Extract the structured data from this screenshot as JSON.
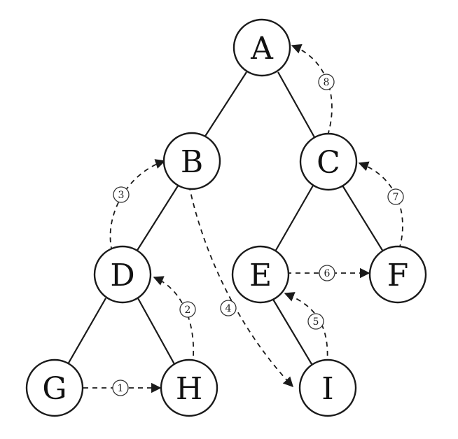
{
  "nodes": {
    "A": "A",
    "B": "B",
    "C": "C",
    "D": "D",
    "E": "E",
    "F": "F",
    "G": "G",
    "H": "H",
    "I": "I"
  },
  "thread_labels": [
    "1",
    "2",
    "3",
    "4",
    "5",
    "6",
    "7",
    "8"
  ],
  "colors": {
    "line": "#1a1a1a",
    "background": "#ffffff"
  }
}
